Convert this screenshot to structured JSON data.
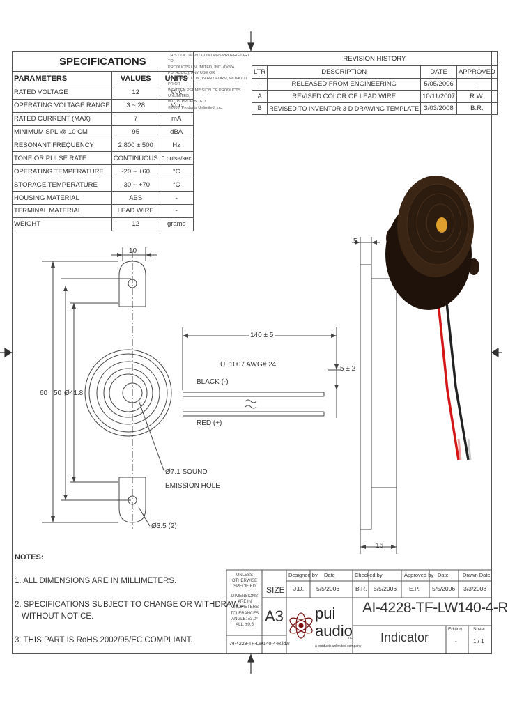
{
  "specs": {
    "title": "SPECIFICATIONS",
    "headers": [
      "PARAMETERS",
      "VALUES",
      "UNITS"
    ],
    "rows": [
      [
        "RATED VOLTAGE",
        "12",
        "Vdc"
      ],
      [
        "OPERATING VOLTAGE RANGE",
        "3 ~ 28",
        "Vdc"
      ],
      [
        "RATED CURRENT (MAX)",
        "7",
        "mA"
      ],
      [
        "MINIMUM SPL @ 10 CM",
        "95",
        "dBA"
      ],
      [
        "RESONANT FREQUENCY",
        "2,800 ± 500",
        "Hz"
      ],
      [
        "TONE OR PULSE RATE",
        "CONTINUOUS",
        "0 pulse/sec"
      ],
      [
        "OPERATING TEMPERATURE",
        "-20 ~ +60",
        "°C"
      ],
      [
        "STORAGE TEMPERATURE",
        "-30 ~ +70",
        "°C"
      ],
      [
        "HOUSING MATERIAL",
        "ABS",
        "-"
      ],
      [
        "TERMINAL MATERIAL",
        "LEAD WIRE",
        "-"
      ],
      [
        "WEIGHT",
        "12",
        "grams"
      ]
    ]
  },
  "proprietary_notice": [
    "THIS DOCUMENT CONTAINS PROPRIETARY TO",
    "PRODUCTS UNLIMITED, INC. (D/B/A",
    "PUI AUDIO), ANY USE OR",
    "REPRODUCTION, IN ANY FORM, WITHOUT PRIOR",
    "WRITTEN PERMISSION OF PRODUCTS UNLIMITED,",
    "INC. IS PROHIBITED.",
    "©2008, Products Unlimited, Inc."
  ],
  "revision": {
    "title": "REVISION HISTORY",
    "headers": [
      "LTR",
      "DESCRIPTION",
      "DATE",
      "APPROVED"
    ],
    "rows": [
      [
        "-",
        "RELEASED FROM ENGINEERING",
        "5/05/2006",
        "-"
      ],
      [
        "A",
        "REVISED COLOR OF LEAD WIRE",
        "10/11/2007",
        "R.W."
      ],
      [
        "B",
        "REVISED TO INVENTOR 3-D DRAWING TEMPLATE",
        "3/03/2008",
        "B.R."
      ]
    ]
  },
  "drawing": {
    "dim_10": "10",
    "dim_60": "60",
    "dim_50": "50",
    "dim_418": "Ø41.8",
    "dim_140": "140 ± 5",
    "dim_5pm2": "5 ± 2",
    "wire_spec": "UL1007 AWG# 24",
    "black_label": "BLACK (-)",
    "red_label": "RED (+)",
    "sound_hole_1": "Ø7.1 SOUND",
    "sound_hole_2": "EMISSION HOLE",
    "mount_hole": "Ø3.5 (2)",
    "dim_5": "5",
    "dim_16": "16"
  },
  "notes": {
    "title": "NOTES:",
    "n1": "1. ALL DIMENSIONS ARE IN MILLIMETERS.",
    "n2a": "2. SPECIFICATIONS SUBJECT TO CHANGE OR WITHDRAWL",
    "n2b": "WITHOUT NOTICE.",
    "n3": "3. THIS PART IS RoHS 2002/95/EC COMPLIANT."
  },
  "title_block": {
    "unless": [
      "UNLESS OTHERWISE",
      "SPECIFIED"
    ],
    "dims": [
      "DIMENSIONS ARE IN",
      "MILLIMETERS"
    ],
    "tol": [
      "TOLERANCES",
      "ANGLE: ±3.0°",
      "ALL: ±0.5"
    ],
    "size_label": "SIZE",
    "size": "A3",
    "file": "AI-4228-TF-LW140-4-R.idw",
    "designed_by_label": "Designed by",
    "designed_by": "J.D.",
    "date1_label": "Date",
    "date1": "5/5/2006",
    "checked_by_label": "Checked by",
    "checked_by": "B.R.",
    "date2": "5/5/2006",
    "approved_by_label": "Approved by",
    "approved_by": "E.P.",
    "date3_label": "Date",
    "date3": "5/5/2006",
    "drawn_label": "Drawn Date",
    "drawn": "3/3/2008",
    "part_number": "AI-4228-TF-LW140-4-R",
    "description": "Indicator",
    "edition_label": "Edition",
    "edition": "-",
    "sheet_label": "Sheet",
    "sheet": "1 / 1",
    "logo_1": "pui",
    "logo_2": "audio",
    "logo_inc": "inc.",
    "logo_tag": "a products unlimited company"
  }
}
